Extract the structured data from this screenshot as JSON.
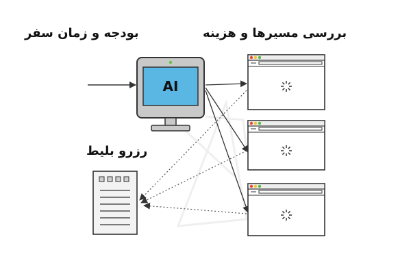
{
  "labels": {
    "budget_time": "بودجه و زمان سفر",
    "review_routes": "بررسی مسیرها و هزینه",
    "book_ticket": "رزرو بلیط",
    "ai": "AI"
  },
  "colors": {
    "screen_blue": "#5ab7e3",
    "monitor_gray": "#c9c9c9",
    "stroke_dark": "#333333",
    "power_led": "#5ec53f",
    "browser_red": "#e14b3b",
    "browser_yellow": "#f2c230",
    "browser_green": "#57b948",
    "doc_fill": "#f3f3f3"
  },
  "icons": {
    "monitor": "computer-monitor-icon",
    "browser": "browser-window-icon",
    "loading": "loading-spinner-icon",
    "document": "ticket-document-icon"
  }
}
